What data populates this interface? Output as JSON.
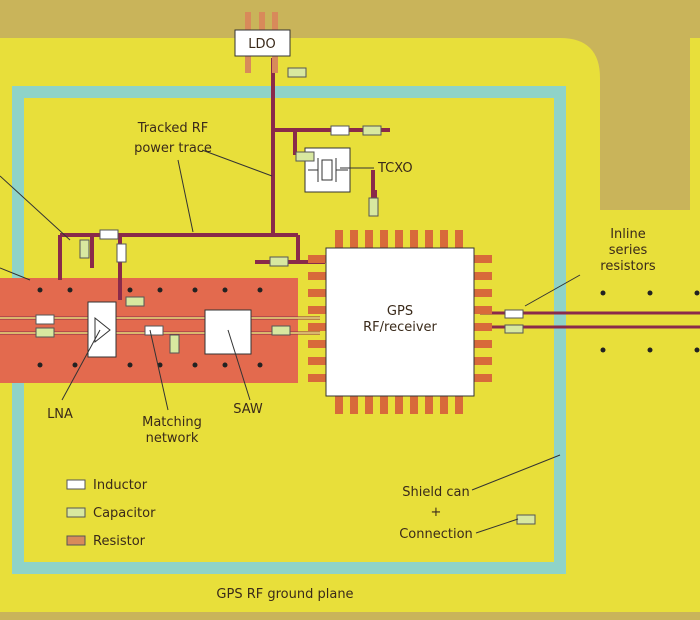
{
  "labels": {
    "ldo": "LDO",
    "tracked_rf_line1": "Tracked RF",
    "tracked_rf_line2": "power trace",
    "tcxo": "TCXO",
    "gps_line1": "GPS",
    "gps_line2": "RF/receiver",
    "inline_line1": "Inline",
    "inline_line2": "series",
    "inline_line3": "resistors",
    "lna": "LNA",
    "matching_line1": "Matching",
    "matching_line2": "network",
    "saw": "SAW",
    "shield_line1": "Shield can",
    "shield_plus": "+",
    "shield_line2": "Connection",
    "ground_plane": "GPS RF ground plane"
  },
  "legend": {
    "inductor": "Inductor",
    "capacitor": "Capacitor",
    "resistor": "Resistor"
  },
  "colors": {
    "board": "#e8df3a",
    "outer": "#c9b45a",
    "shield": "#8fd3c8",
    "copper": "#e36a4e",
    "trace": "#8a2a4a",
    "pad": "#c85a3a",
    "chip": "#ffffff",
    "inductor": "#ffffff",
    "capacitor": "#d8e8a0",
    "resistor": "#d88a5a"
  }
}
